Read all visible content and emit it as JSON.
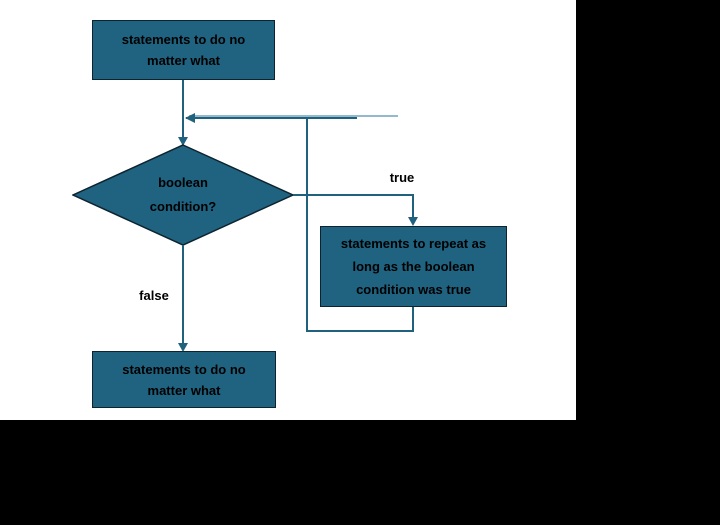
{
  "slide": {
    "background_color": "#000000",
    "diagram_area_color": "#ffffff"
  },
  "colors": {
    "node_fill": "#1f6380",
    "node_border": "#0d2430",
    "connector": "#20617e",
    "connector_light": "#93b9ce",
    "text": "#000000"
  },
  "flowchart": {
    "top_box": {
      "lines": [
        "statements to do no",
        "matter what"
      ]
    },
    "decision": {
      "lines": [
        "boolean",
        "condition?"
      ]
    },
    "true_label": "true",
    "false_label": "false",
    "repeat_box": {
      "lines": [
        "statements to repeat as",
        "long as the boolean",
        "condition was true"
      ]
    },
    "bottom_box": {
      "lines": [
        "statements to do no",
        "matter what"
      ]
    }
  }
}
